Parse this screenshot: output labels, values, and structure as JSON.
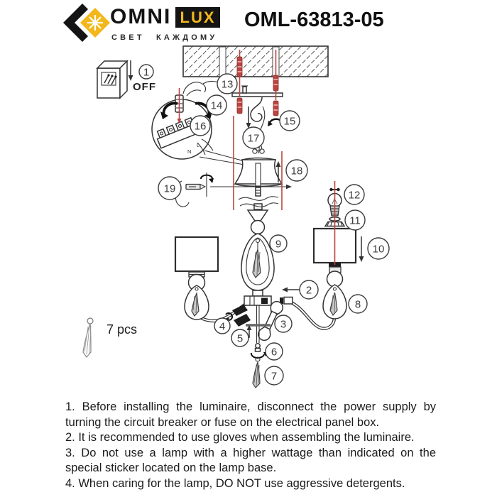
{
  "header": {
    "brand_word1": "OMNI",
    "brand_word2": "LUX",
    "brand_tagline": "СВЕТ КАЖДОМУ",
    "model_number": "OML-63813-05"
  },
  "colors": {
    "brand_yellow": "#F3B71B",
    "brand_black": "#141414",
    "accent_red": "#BB4440",
    "line_black": "#333333"
  },
  "diagram": {
    "power_switch_label": "OFF",
    "tassel_count_label": "7 pcs",
    "wire_labels": {
      "neutral": "N",
      "line": "L"
    },
    "callouts": {
      "c1": "1",
      "c2": "2",
      "c3": "3",
      "c4": "4",
      "c5": "5",
      "c6": "6",
      "c7": "7",
      "c8": "8",
      "c9": "9",
      "c10": "10",
      "c11": "11",
      "c12": "12",
      "c13": "13",
      "c14": "14",
      "c15": "15",
      "c16": "16",
      "c17": "17",
      "c18": "18",
      "c19": "19"
    }
  },
  "instructions": [
    "1. Before installing the luminaire, disconnect the power supply by turning the circuit breaker or fuse on the electrical panel box.",
    "2. It is recommended to use gloves when assembling the luminaire.",
    "3. Do not use a lamp with a higher wattage than indicated on the special sticker located on the lamp base.",
    "4. When caring for the lamp, DO NOT use aggressive detergents."
  ]
}
